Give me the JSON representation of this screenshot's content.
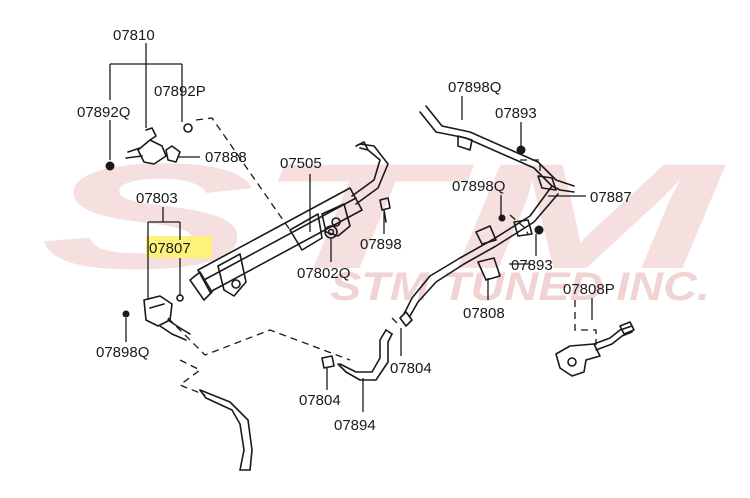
{
  "watermark": {
    "main": "STM",
    "sub": "STM TUNED INC.",
    "color": "#f2d3d3"
  },
  "highlight": {
    "color": "#fff27a"
  },
  "labels": {
    "p07810": "07810",
    "p07892Q": "07892Q",
    "p07892P": "07892P",
    "p07888": "07888",
    "p07505": "07505",
    "p07803": "07803",
    "p07807": "07807",
    "p07898_mid": "07898",
    "p07802Q": "07802Q",
    "p07898Q_top": "07898Q",
    "p07893_top": "07893",
    "p07898Q_mid": "07898Q",
    "p07887": "07887",
    "p07893_mid": "07893",
    "p07808": "07808",
    "p07808P": "07808P",
    "p07898Q_left": "07898Q",
    "p07804_mid": "07804",
    "p07804_bot": "07804",
    "p07894": "07894"
  }
}
